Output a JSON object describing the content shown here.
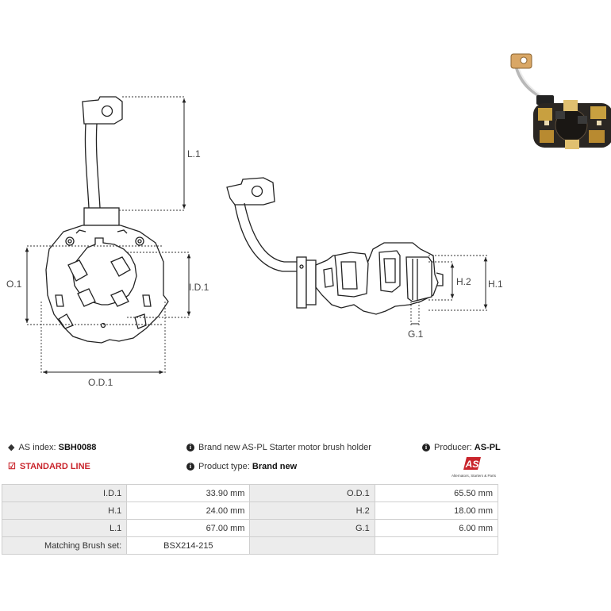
{
  "diagram": {
    "labels": {
      "l1": "L.1",
      "o1": "O.1",
      "id1": "I.D.1",
      "od1": "O.D.1",
      "h1": "H.1",
      "h2": "H.2",
      "g1": "G.1"
    }
  },
  "info": {
    "as_index_label": "AS index:",
    "as_index_value": "SBH0088",
    "standard_line": "STANDARD LINE",
    "description": "Brand new AS-PL Starter motor brush holder",
    "product_type_label": "Product type:",
    "product_type_value": "Brand new",
    "producer_label": "Producer:",
    "producer_value": "AS-PL",
    "logo_text": "AS",
    "logo_tagline": "Alternators, Starters & Parts"
  },
  "specs": {
    "rows": [
      {
        "l1": "I.D.1",
        "v1": "33.90 mm",
        "l2": "O.D.1",
        "v2": "65.50 mm"
      },
      {
        "l1": "H.1",
        "v1": "24.00 mm",
        "l2": "H.2",
        "v2": "18.00 mm"
      },
      {
        "l1": "L.1",
        "v1": "67.00 mm",
        "l2": "G.1",
        "v2": "6.00 mm"
      },
      {
        "l1": "Matching Brush set:",
        "v1": "BSX214-215",
        "l2": "",
        "v2": ""
      }
    ]
  },
  "colors": {
    "accent_red": "#c9252c",
    "label_bg": "#ececec",
    "border": "#cfcfcf"
  }
}
